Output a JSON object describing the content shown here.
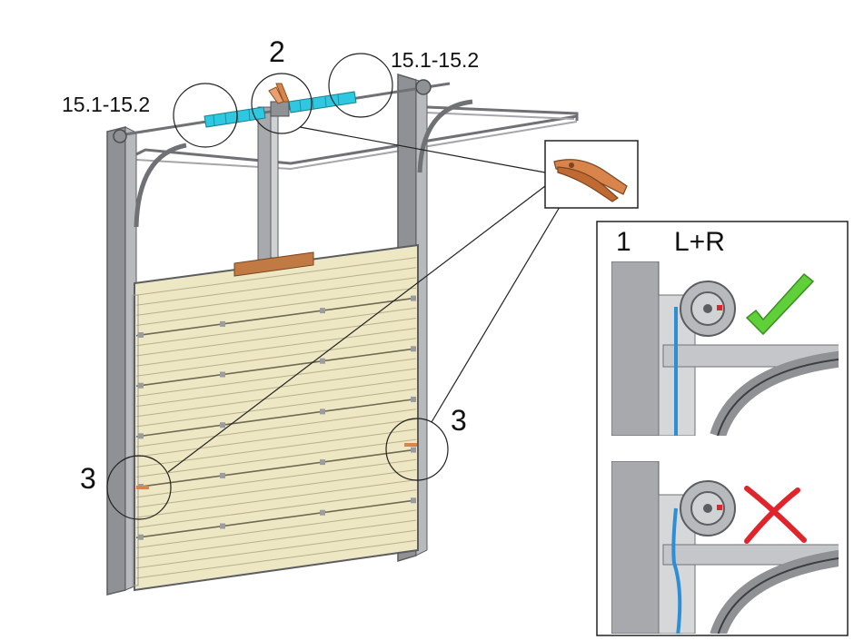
{
  "callouts": {
    "spring_left": "15.1-15.2",
    "spring_right": "15.1-15.2",
    "step_2": "2",
    "step_3_left": "3",
    "step_3_right": "3"
  },
  "detail_panel": {
    "step": "1",
    "side": "L+R"
  },
  "icons": [
    "pliers-icon",
    "check-mark-icon",
    "cross-mark-icon"
  ],
  "colors": {
    "panel_fill": "#ede7c4",
    "frame": "#8f9194",
    "spring": "#2ec9e0",
    "tool": "#d9844a",
    "cable": "#2c8fd6",
    "correct": "#5fcf3a",
    "wrong": "#e0242b"
  }
}
